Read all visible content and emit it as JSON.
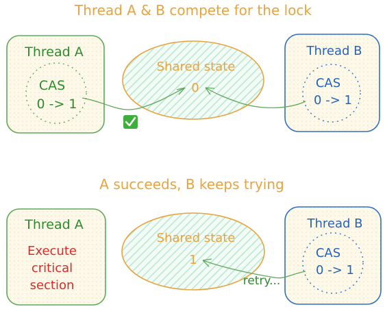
{
  "scene1": {
    "title": "Thread A & B compete for the lock",
    "thread_a": {
      "label": "Thread A",
      "cas_label": "CAS",
      "cas_op": "0 -> 1"
    },
    "thread_b": {
      "label": "Thread B",
      "cas_label": "CAS",
      "cas_op": "0 -> 1"
    },
    "shared": {
      "label": "Shared state",
      "value": "0"
    },
    "success_mark": "✅"
  },
  "scene2": {
    "title": "A succeeds, B keeps trying",
    "thread_a": {
      "label": "Thread A",
      "line1": "Execute",
      "line2": "critical",
      "line3": "section"
    },
    "thread_b": {
      "label": "Thread B",
      "cas_label": "CAS",
      "cas_op": "0 -> 1"
    },
    "shared": {
      "label": "Shared state",
      "value": "1"
    },
    "retry_label": "retry..."
  },
  "colors": {
    "green_stroke": "#5fa85a",
    "green_fill": "#f7f2da",
    "blue_stroke": "#2f6fc4",
    "blue_fill": "#fbf3dc",
    "orange_stroke": "#e8a33d",
    "hatch": "#b9e6cf"
  }
}
